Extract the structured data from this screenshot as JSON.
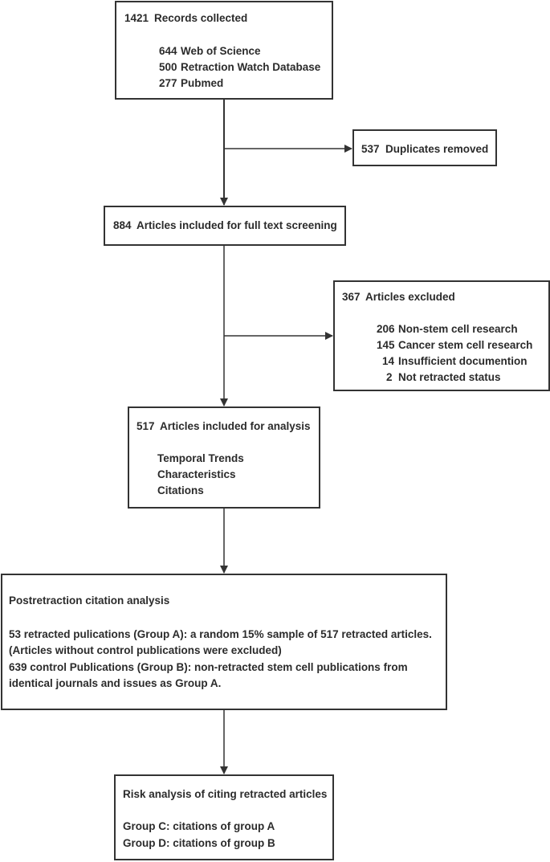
{
  "records": {
    "count": "1421",
    "title": "Records collected",
    "sources": [
      {
        "count": "644",
        "label": "Web of Science"
      },
      {
        "count": "500",
        "label": "Retraction Watch Database"
      },
      {
        "count": "277",
        "label": "Pubmed"
      }
    ]
  },
  "duplicates": {
    "count": "537",
    "title": "Duplicates removed"
  },
  "screening": {
    "count": "884",
    "title": "Articles included for full text screening"
  },
  "excluded": {
    "count": "367",
    "title": "Articles excluded",
    "reasons": [
      {
        "count": "206",
        "label": "Non-stem cell research"
      },
      {
        "count": "145",
        "label": "Cancer stem cell research"
      },
      {
        "count": "14",
        "label": "Insufficient documention"
      },
      {
        "count": "2",
        "label": "Not retracted status"
      }
    ]
  },
  "analysis": {
    "count": "517",
    "title": "Articles included for analysis",
    "items": [
      "Temporal Trends",
      "Characteristics",
      "Citations"
    ]
  },
  "postretraction": {
    "title": "Postretraction citation analysis",
    "lines": [
      "53 retracted pulications (Group A): a random 15% sample of 517 retracted articles.",
      "(Articles without control publications were excluded)",
      "639 control Publications (Group B): non-retracted stem cell publications from",
      "identical journals and issues as Group A."
    ]
  },
  "risk": {
    "title": "Risk analysis of citing retracted articles",
    "lines": [
      "Group C: citations of group A",
      "Group D: citations of group B"
    ]
  }
}
